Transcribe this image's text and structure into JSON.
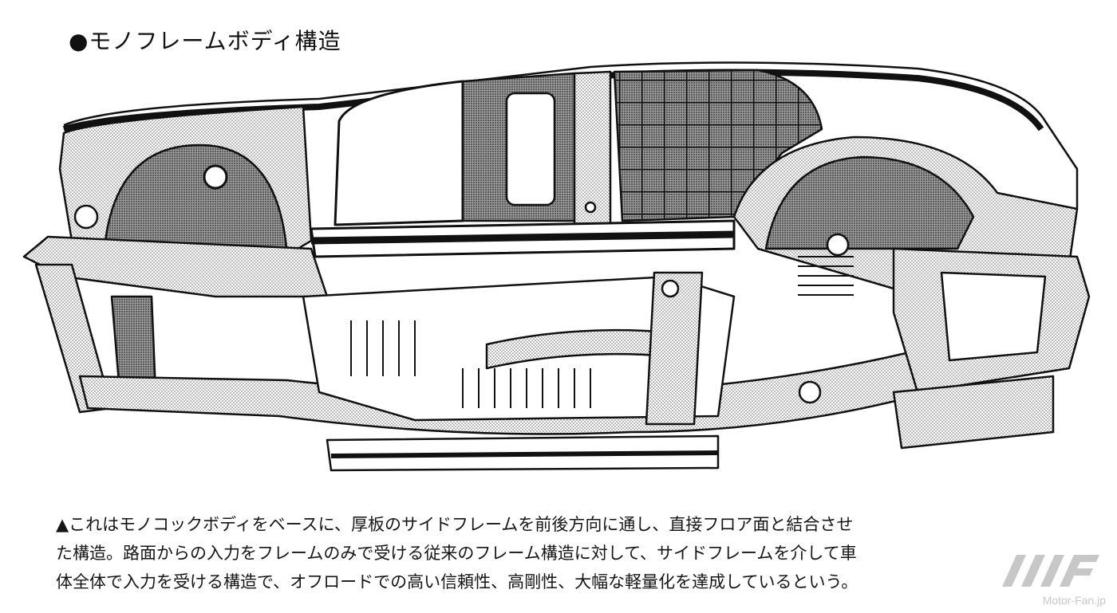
{
  "title": "●モノフレームボディ構造",
  "caption": {
    "lines": [
      "▲これはモノコックボディをベースに、厚板のサイドフレームを前後方向に通し、直接フロア面と結合させ",
      "た構造。路面からの入力をフレームのみで受ける従来のフレーム構造に対して、サイドフレームを介して車",
      "体全体で入力を受ける構造で、オフロードでの高い信頼性、高剛性、大幅な軽量化を達成しているという。"
    ]
  },
  "watermark": {
    "text": "Motor-Fan.jp"
  },
  "colors": {
    "ink": "#111111",
    "stipple": "#bdbdbd",
    "dark_panel": "#555555",
    "watermark": "#9a9a9a"
  }
}
